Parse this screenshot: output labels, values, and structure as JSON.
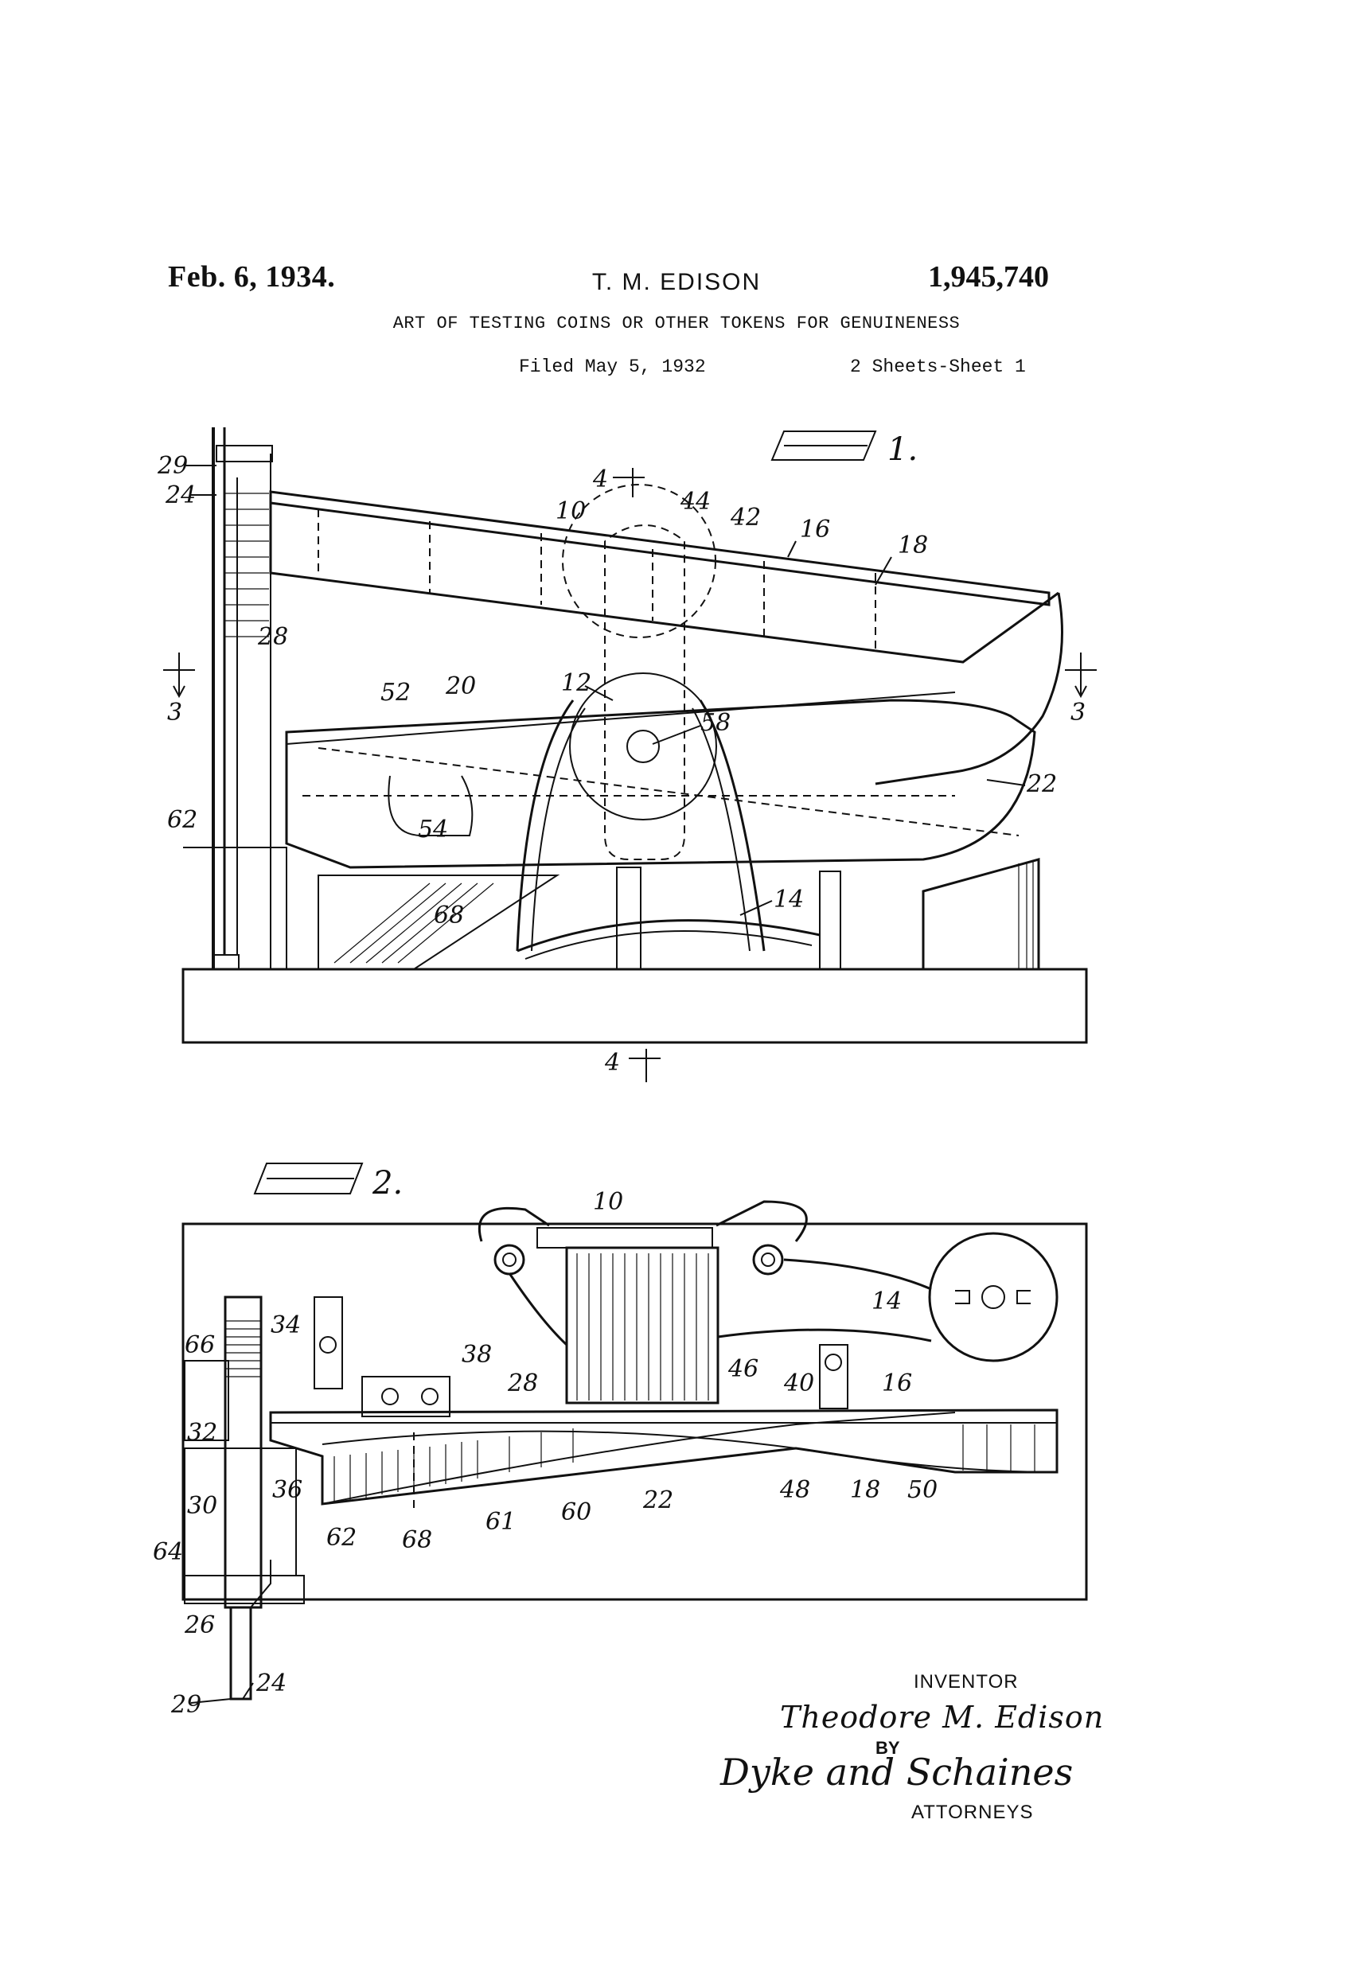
{
  "header": {
    "date": "Feb. 6, 1934.",
    "inventor_short": "T. M. EDISON",
    "patent_number": "1,945,740",
    "title": "ART OF TESTING COINS OR OTHER TOKENS FOR GENUINENESS",
    "filed": "Filed May 5, 1932",
    "sheets": "2 Sheets-Sheet 1"
  },
  "figure1": {
    "label": "FIG. 1.",
    "section_marks": [
      "4",
      "4",
      "3",
      "3"
    ],
    "refs": [
      "29",
      "24",
      "28",
      "10",
      "44",
      "42",
      "16",
      "18",
      "12",
      "58",
      "52",
      "20",
      "54",
      "62",
      "68",
      "14",
      "22"
    ]
  },
  "figure2": {
    "label": "FIG. 2.",
    "refs": [
      "10",
      "14",
      "66",
      "34",
      "38",
      "28",
      "46",
      "40",
      "16",
      "32",
      "30",
      "36",
      "64",
      "62",
      "68",
      "61",
      "60",
      "22",
      "48",
      "18",
      "50",
      "26",
      "29",
      "24"
    ]
  },
  "signature": {
    "inventor_label": "INVENTOR",
    "inventor_name": "Theodore M. Edison",
    "by": "BY",
    "attorneys_signature": "Dyke and Schaines",
    "attorneys_label": "ATTORNEYS"
  }
}
